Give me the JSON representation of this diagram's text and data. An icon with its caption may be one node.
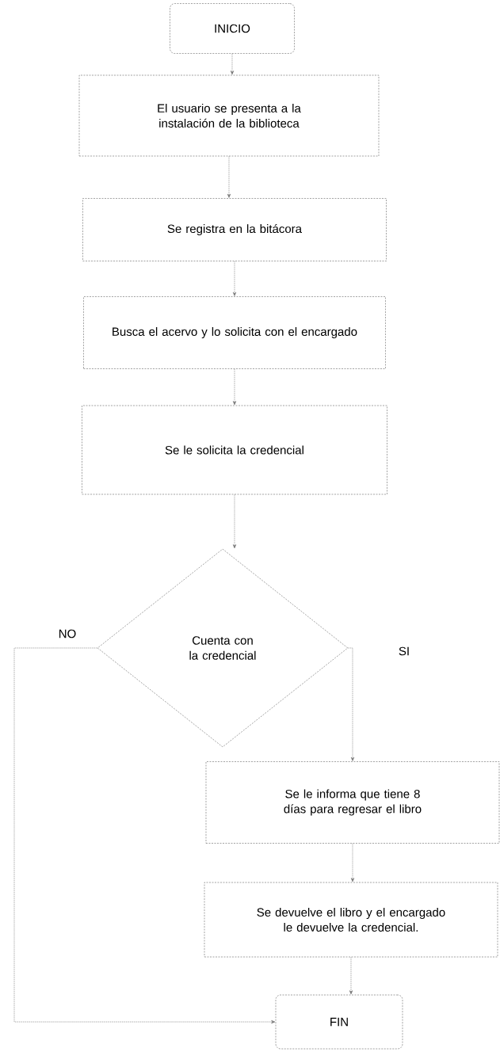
{
  "diagram": {
    "nodes": [
      {
        "text": [
          "INICIO"
        ]
      },
      {
        "text": [
          "El usuario se presenta a la instalación de la biblioteca"
        ]
      },
      {
        "text": [
          "Se registra en la bitácora"
        ]
      },
      {
        "text": [
          "Busca el acervo y lo solicita con el encargado"
        ]
      },
      {
        "text": [
          "Se le solicita la credencial"
        ]
      },
      {
        "text": [
          "Cuenta con la credencial"
        ]
      },
      {
        "text": [
          "Se le informa que tiene 8 días para regresar el libro"
        ]
      },
      {
        "text": [
          "Se devuelve el libro y el encargado le devuelve la credencial."
        ]
      },
      {
        "text": [
          "FIN"
        ]
      }
    ],
    "edges": [
      {
        "from": 0,
        "to": 1,
        "arrow": "to"
      },
      {
        "from": 1,
        "to": 2,
        "arrow": "to"
      },
      {
        "from": 2,
        "to": 3,
        "arrow": "to"
      },
      {
        "from": 3,
        "to": 4,
        "arrow": "to"
      },
      {
        "from": 4,
        "to": 5,
        "arrow": "to"
      },
      {
        "from": 5,
        "to": 6,
        "arrow": "to",
        "label": "SI"
      },
      {
        "from": 6,
        "to": 7,
        "arrow": "to"
      },
      {
        "from": 7,
        "to": 8,
        "arrow": "to"
      },
      {
        "from": 5,
        "to": 8,
        "arrow": "to",
        "label": "NO"
      }
    ]
  }
}
